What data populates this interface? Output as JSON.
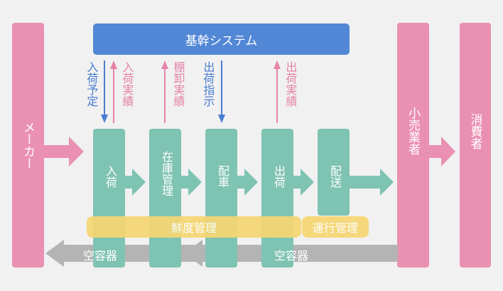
{
  "system": {
    "label": "基幹システム"
  },
  "entities": {
    "maker": "メーカー",
    "retailer": "小売業者",
    "consumer": "消費者"
  },
  "processes": {
    "inbound": "入荷",
    "inventory": "在庫管理",
    "dispatch": "配車",
    "outbound": "出荷",
    "delivery": "配送"
  },
  "flows": {
    "inbound_plan": "入荷予定",
    "inbound_result": "入荷実績",
    "stocktake_result": "棚卸実績",
    "shipping_instruction": "出荷指示",
    "shipping_result": "出荷実績"
  },
  "management": {
    "freshness": "鮮度管理",
    "operation": "運行管理"
  },
  "returns": {
    "empty_container_left": "空容器",
    "empty_container_right": "空容器"
  },
  "colors": {
    "system_blue": "#5287d6",
    "pink": "#ea90b2",
    "green": "#7fc3b2",
    "yellow": "#f6d672",
    "gray": "#b4b4b4"
  }
}
